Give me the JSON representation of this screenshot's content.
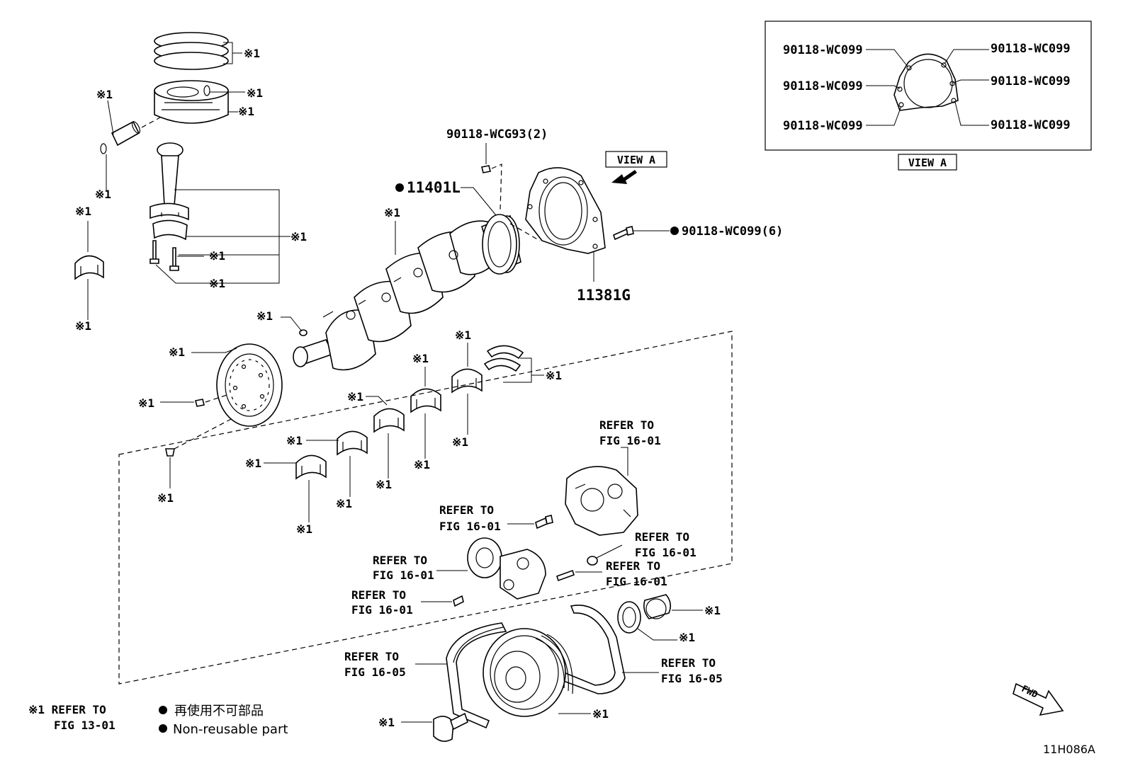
{
  "mark_label": "※1",
  "view_a_label": "VIEW A",
  "figure_code": "11H086A",
  "fwd_label": "FWD",
  "parts": {
    "seal_oil_rear": "11401L",
    "retainer_oil_seal": "11381G",
    "pin": "90118-WCG93(2)",
    "bolt_retainer": "90118-WC099(6)"
  },
  "view_a_parts": [
    "90118-WC099",
    "90118-WC099",
    "90118-WC099",
    "90118-WC099",
    "90118-WC099",
    "90118-WC099"
  ],
  "refer_to": {
    "prefix": "REFER TO",
    "fig_16_01": "FIG 16-01",
    "fig_16_05": "FIG 16-05",
    "fig_13_01": "FIG 13-01"
  },
  "legend": {
    "mark_text": "※1 REFER TO",
    "mark_fig": "FIG 13-01",
    "non_reusable_jp": "再使用不可部品",
    "non_reusable_en": "Non-reusable part"
  }
}
